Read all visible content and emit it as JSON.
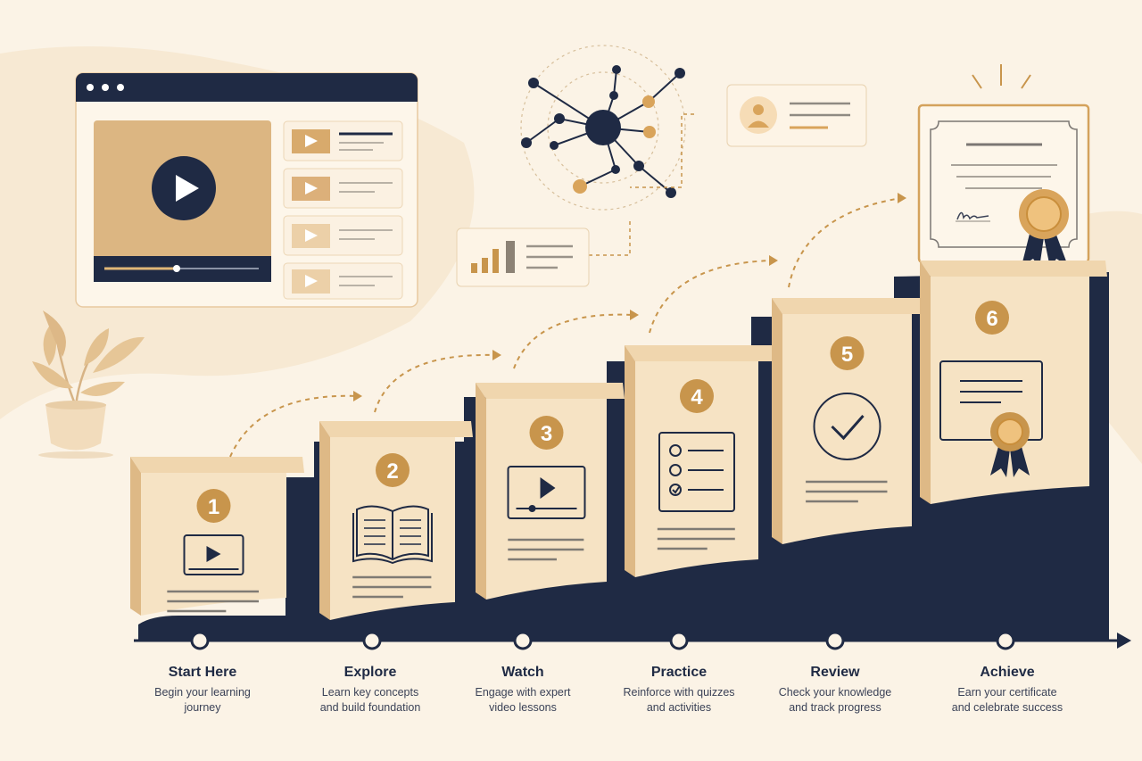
{
  "colors": {
    "background": "#fbf3e6",
    "navy": "#1f2a44",
    "gold": "#c8954c",
    "tan": "#e6c89a",
    "cream": "#f6e3c4"
  },
  "steps": [
    {
      "number": "1",
      "title": "Start Here",
      "desc_line1": "Begin your learning",
      "desc_line2": "journey",
      "icon": "video-player-icon"
    },
    {
      "number": "2",
      "title": "Explore",
      "desc_line1": "Learn key concepts",
      "desc_line2": "and build foundation",
      "icon": "open-book-icon"
    },
    {
      "number": "3",
      "title": "Watch",
      "desc_line1": "Engage with expert",
      "desc_line2": "video lessons",
      "icon": "video-lesson-icon"
    },
    {
      "number": "4",
      "title": "Practice",
      "desc_line1": "Reinforce with quizzes",
      "desc_line2": "and activities",
      "icon": "quiz-checklist-icon"
    },
    {
      "number": "5",
      "title": "Review",
      "desc_line1": "Check your knowledge",
      "desc_line2": "and track progress",
      "icon": "checkmark-circle-icon"
    },
    {
      "number": "6",
      "title": "Achieve",
      "desc_line1": "Earn your certificate",
      "desc_line2": "and celebrate success",
      "icon": "certificate-icon"
    }
  ],
  "decor_icons": [
    "browser-video-window-icon",
    "network-graph-icon",
    "profile-card-icon",
    "bar-chart-card-icon",
    "plant-pot-icon",
    "framed-certificate-icon",
    "award-ribbon-icon"
  ]
}
